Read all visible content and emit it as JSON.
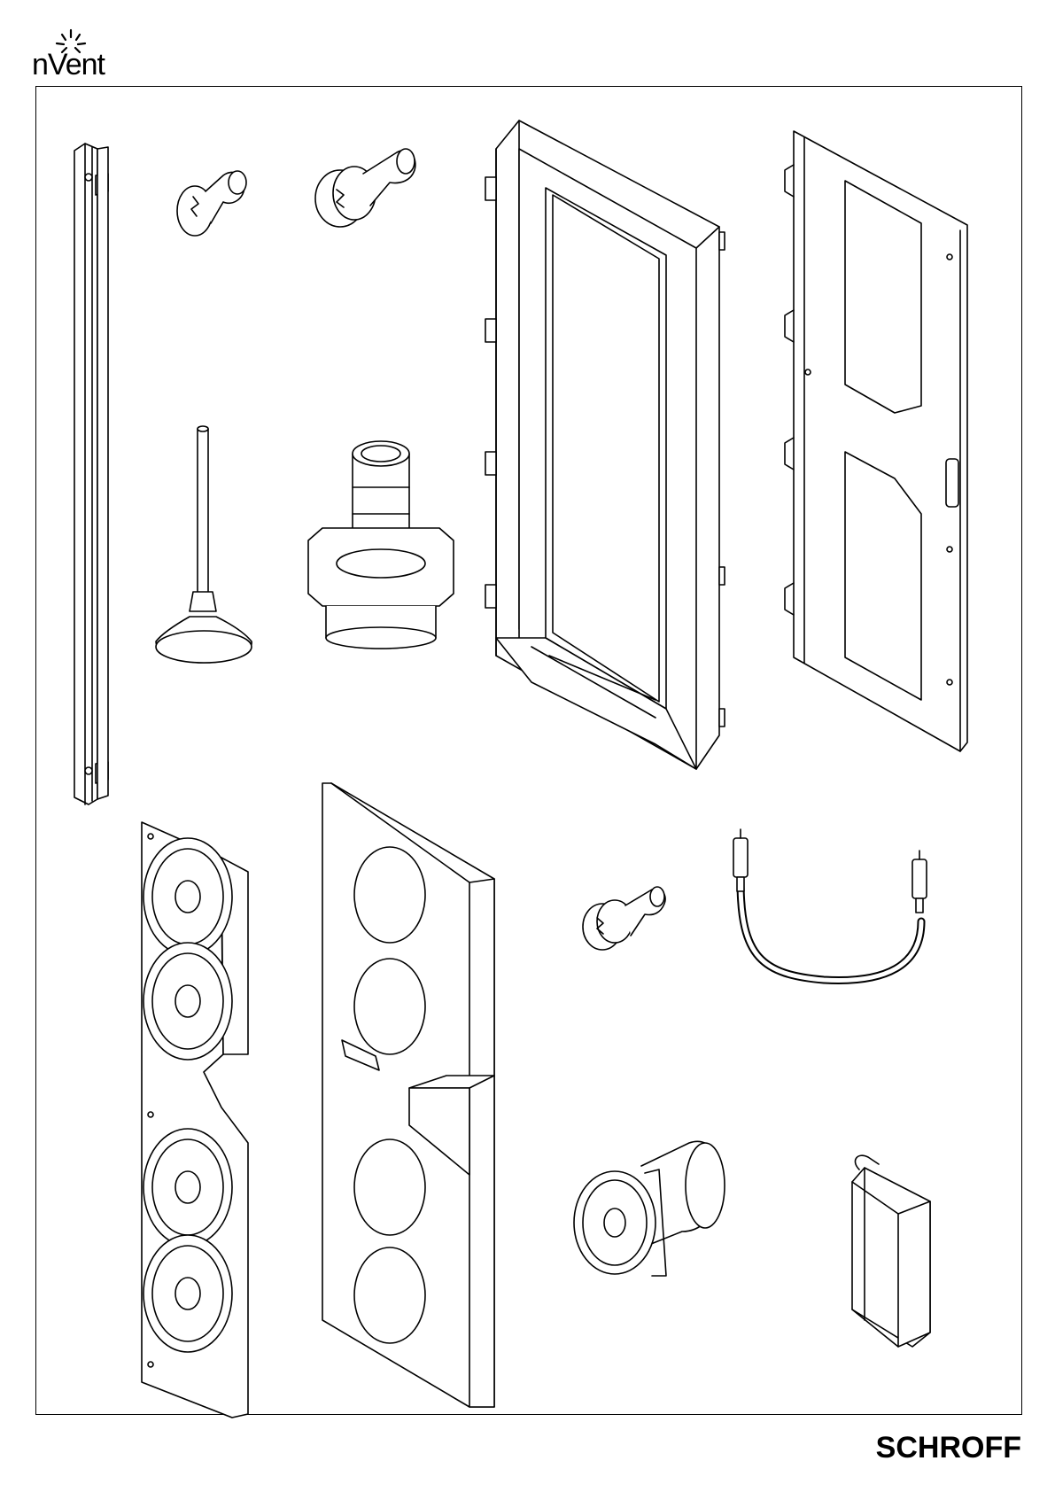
{
  "header": {
    "logo_text": "nVent",
    "logo_icon": "sunburst-icon"
  },
  "footer": {
    "brand": "SCHROFF"
  },
  "colors": {
    "line": "#000000",
    "background": "#ffffff"
  },
  "parts": [
    {
      "id": "mounting-rail",
      "icon": "rail-icon"
    },
    {
      "id": "countersunk-screw",
      "icon": "screw-icon"
    },
    {
      "id": "washer-screw-large",
      "icon": "screw-icon"
    },
    {
      "id": "enclosure-frame",
      "icon": "frame-icon"
    },
    {
      "id": "rear-panel",
      "icon": "panel-icon"
    },
    {
      "id": "leveling-foot",
      "icon": "foot-icon"
    },
    {
      "id": "hose-connector",
      "icon": "fitting-icon"
    },
    {
      "id": "fan-tray",
      "icon": "fan-icon"
    },
    {
      "id": "air-duct-cover",
      "icon": "duct-icon"
    },
    {
      "id": "washer-screw-small",
      "icon": "screw-icon"
    },
    {
      "id": "ground-cable",
      "icon": "cable-icon"
    },
    {
      "id": "knurled-nut",
      "icon": "nut-icon"
    },
    {
      "id": "angle-bracket",
      "icon": "bracket-icon"
    }
  ]
}
